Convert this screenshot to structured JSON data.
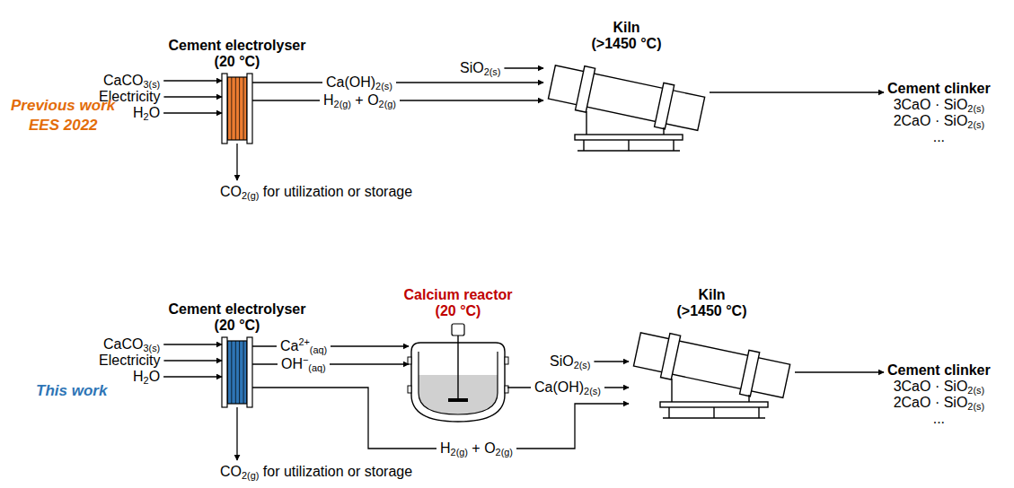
{
  "diagram": {
    "nodes": [
      {
        "text": [
          "CaCO3(s)"
        ]
      },
      {
        "text": [
          "Electricity"
        ]
      },
      {
        "text": [
          "H2O"
        ]
      },
      {
        "text": [
          "Cement electrolyser",
          "(20 °C)"
        ]
      },
      {
        "text": [
          "CO2(g) for utilization or storage"
        ]
      },
      {
        "text": [
          "SiO2(s)"
        ]
      },
      {
        "text": [
          "Kiln",
          "(>1450 °C)"
        ]
      },
      {
        "text": [
          "Cement clinker",
          "3CaO · SiO2(s)",
          "2CaO · SiO2(s)",
          "..."
        ]
      },
      {
        "text": [
          "CaCO3(s)"
        ]
      },
      {
        "text": [
          "Electricity"
        ]
      },
      {
        "text": [
          "H2O"
        ]
      },
      {
        "text": [
          "Cement electrolyser",
          "(20 °C)"
        ]
      },
      {
        "text": [
          "CO2(g) for utilization or storage"
        ]
      },
      {
        "text": [
          "Calcium reactor",
          "(20 °C)"
        ]
      },
      {
        "text": [
          "SiO2(s)"
        ]
      },
      {
        "text": [
          "Kiln",
          "(>1450 °C)"
        ]
      },
      {
        "text": [
          "Cement clinker",
          "3CaO · SiO2(s)",
          "2CaO · SiO2(s)",
          "..."
        ]
      }
    ],
    "edges": [
      {
        "from": 0,
        "to": 3,
        "arrow": "to"
      },
      {
        "from": 1,
        "to": 3,
        "arrow": "to"
      },
      {
        "from": 2,
        "to": 3,
        "arrow": "to"
      },
      {
        "from": 3,
        "to": 4,
        "arrow": "to"
      },
      {
        "from": 3,
        "to": 6,
        "label": "Ca(OH)2(s)",
        "arrow": "to"
      },
      {
        "from": 3,
        "to": 6,
        "label": "H2(g) + O2(g)",
        "arrow": "to"
      },
      {
        "from": 5,
        "to": 6,
        "arrow": "to"
      },
      {
        "from": 6,
        "to": 7,
        "arrow": "to"
      },
      {
        "from": 8,
        "to": 11,
        "arrow": "to"
      },
      {
        "from": 9,
        "to": 11,
        "arrow": "to"
      },
      {
        "from": 10,
        "to": 11,
        "arrow": "to"
      },
      {
        "from": 11,
        "to": 12,
        "arrow": "to"
      },
      {
        "from": 11,
        "to": 13,
        "label": "Ca2+(aq)",
        "arrow": "to"
      },
      {
        "from": 11,
        "to": 13,
        "label": "OH−(aq)",
        "arrow": "to"
      },
      {
        "from": 11,
        "to": 15,
        "label": "H2(g) + O2(g)",
        "arrow": "to"
      },
      {
        "from": 13,
        "to": 15,
        "label": "Ca(OH)2(s)",
        "arrow": "to"
      },
      {
        "from": 14,
        "to": 15,
        "arrow": "to"
      },
      {
        "from": 15,
        "to": 16,
        "arrow": "to"
      }
    ],
    "labels": [
      "Previous work",
      "EES 2022",
      "This work"
    ]
  }
}
